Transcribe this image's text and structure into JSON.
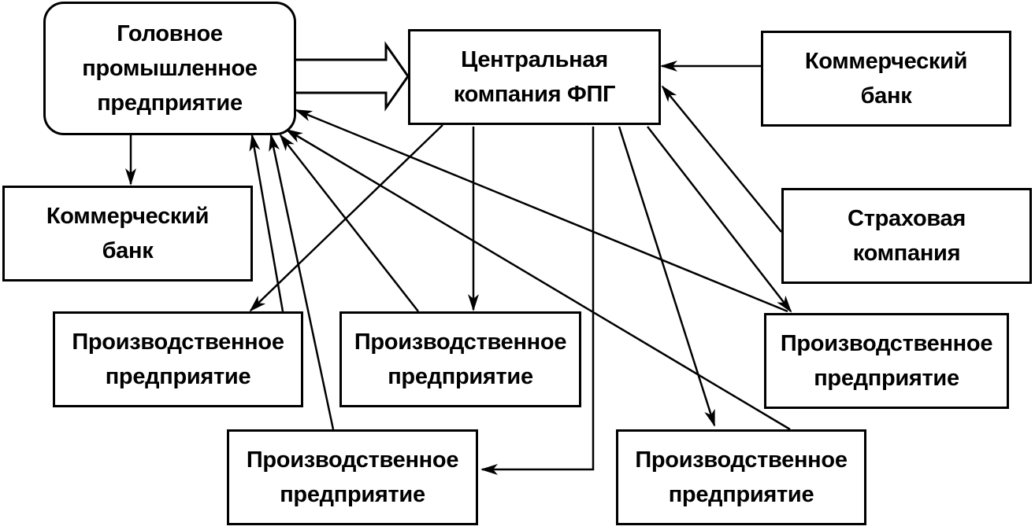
{
  "colors": {
    "line": "#000000",
    "background": "#ffffff",
    "text": "#000000"
  },
  "nodes": {
    "head": {
      "label": "Головное\nпромышленное\nпредприятие"
    },
    "central": {
      "label": "Центральная\nкомпания ФПГ"
    },
    "bank_right": {
      "label": "Коммерческий\nбанк"
    },
    "bank_left": {
      "label": "Коммерческий\nбанк"
    },
    "insurance": {
      "label": "Страховая\nкомпания"
    },
    "prod1": {
      "label": "Производственное\nпредприятие"
    },
    "prod2": {
      "label": "Производственное\nпредприятие"
    },
    "prod3": {
      "label": "Производственное\nпредприятие"
    },
    "prod4": {
      "label": "Производственное\nпредприятие"
    },
    "prod5": {
      "label": "Производственное\nпредприятие"
    }
  },
  "edges": [
    {
      "from": "head",
      "to": "central",
      "style": "hollow-block-arrow"
    },
    {
      "from": "head",
      "to": "bank_left",
      "style": "arrow"
    },
    {
      "from": "bank_right",
      "to": "central",
      "style": "arrow"
    },
    {
      "from": "insurance",
      "to": "central",
      "style": "arrow"
    },
    {
      "from": "central",
      "to": "prod1",
      "style": "arrow"
    },
    {
      "from": "central",
      "to": "prod2",
      "style": "arrow"
    },
    {
      "from": "central",
      "to": "prod3",
      "style": "arrow"
    },
    {
      "from": "central",
      "to": "prod4",
      "style": "arrow"
    },
    {
      "from": "central",
      "to": "prod5",
      "style": "arrow"
    },
    {
      "from": "prod1",
      "to": "head",
      "style": "arrow"
    },
    {
      "from": "prod2",
      "to": "head",
      "style": "arrow"
    },
    {
      "from": "prod3",
      "to": "head",
      "style": "arrow"
    },
    {
      "from": "prod4",
      "to": "head",
      "style": "arrow"
    },
    {
      "from": "prod5",
      "to": "head",
      "style": "arrow"
    }
  ]
}
